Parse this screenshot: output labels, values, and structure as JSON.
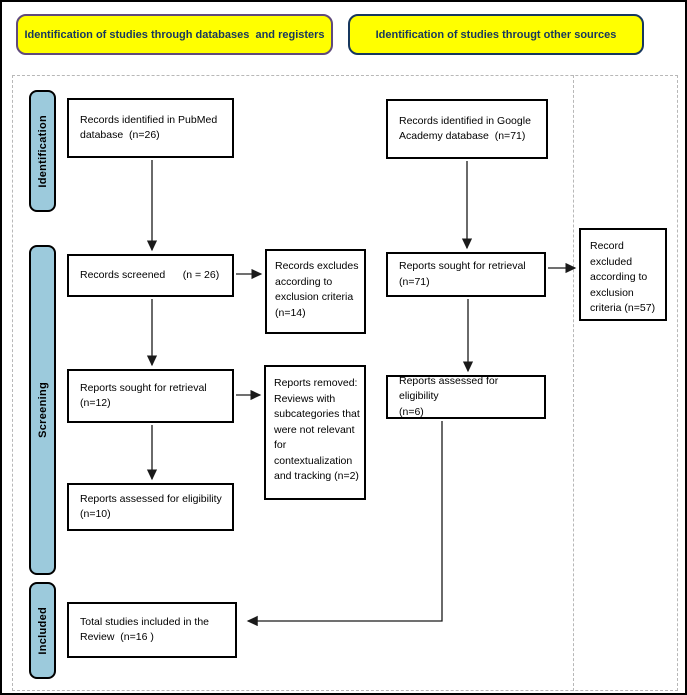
{
  "banners": [
    {
      "label": "Identification of studies through databases  and registers"
    },
    {
      "label": "Identification of studies througt other sources"
    }
  ],
  "stages": [
    {
      "label": "Identification"
    },
    {
      "label": "Screening"
    },
    {
      "label": "Included"
    }
  ],
  "boxes": {
    "pubmed": "Records identified in PubMed\ndatabase  (n=26)",
    "google": "Records identified in Google\nAcademy database  (n=71)",
    "screened": "Records screened      (n = 26)",
    "excluded_14": "Records excludes\naccording to\nexclusion criteria\n(n=14)",
    "retrieval_71": "Reports sought for retrieval\n(n=71)",
    "excluded_57": "Record\nexcluded\naccording to\nexclusion\ncriteria (n=57)",
    "retrieval_12": "Reports sought for retrieval\n(n=12)",
    "removed_2": "Reports removed:\nReviews with\nsubcategories that\nwere not relevant\nfor\ncontextualization\nand tracking (n=2)",
    "eligibility_6": "Reports assessed for eligibility\n(n=6)",
    "eligibility_10": "Reports assessed for eligibility\n(n=10)",
    "included_16": "Total studies included in the\nReview  (n=16 )"
  },
  "colors": {
    "banner_fill": "#FFFF00",
    "banner_border_left": "#604A7B",
    "banner_border_right": "#17375E",
    "banner_text": "#17375E",
    "stage_fill": "#9CCADC",
    "box_border": "#000000",
    "dashed_frame": "#B8B8B8"
  }
}
